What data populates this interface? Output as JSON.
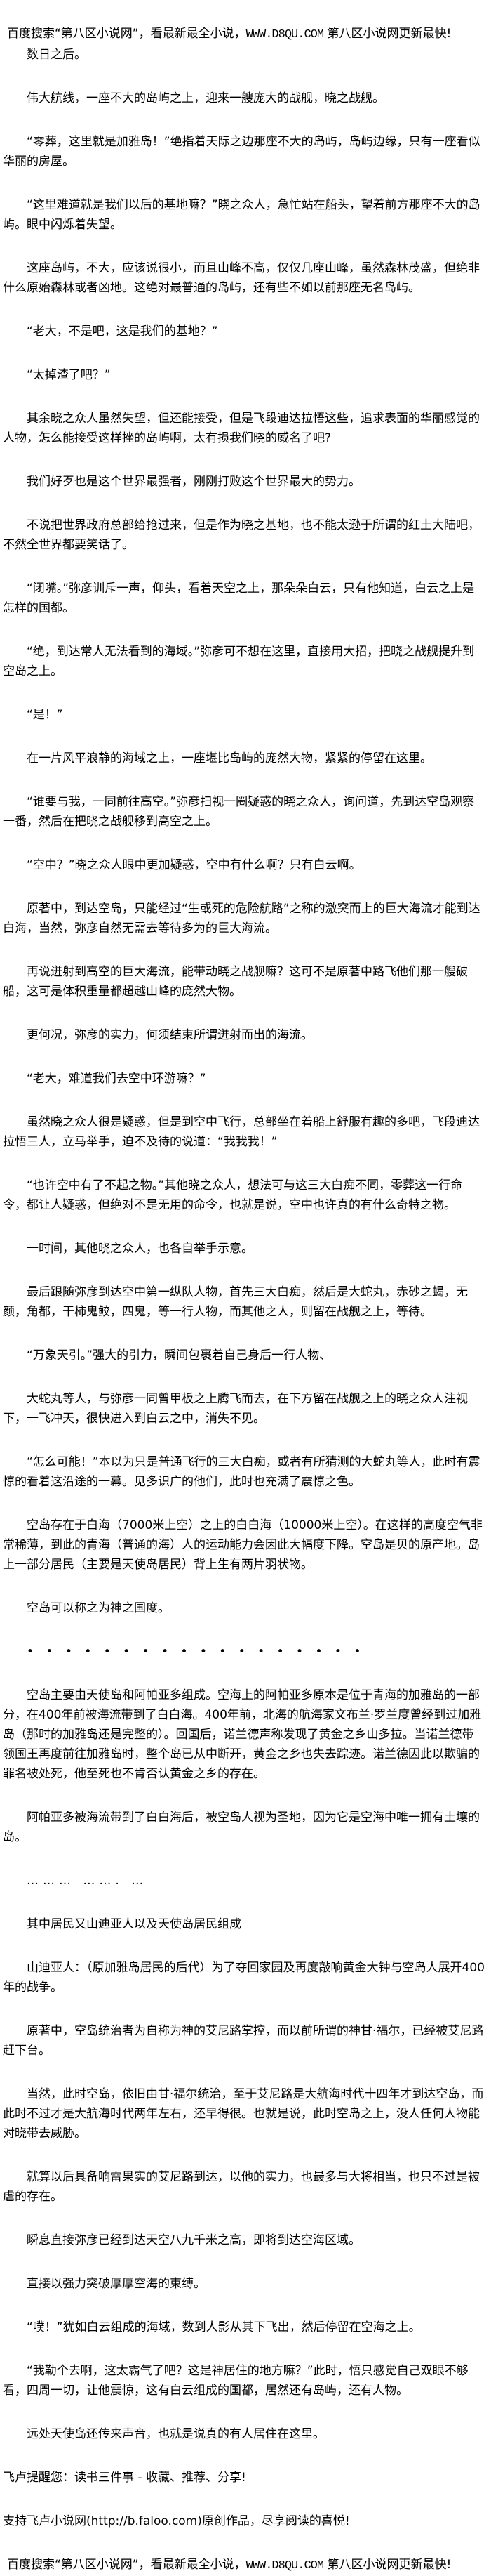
{
  "header_banner": {
    "text": "百度搜索“第八区小说网”，看最新最全小说，",
    "url": "WWW.D8QU.COM",
    "tail": "  第八区小说网更新最快!"
  },
  "paragraphs": [
    "数日之后。",
    "伟大航线，一座不大的岛屿之上，迎来一艘庞大的战舰，晓之战舰。",
    "“零葬，这里就是加雅岛！”绝指着天际之边那座不大的岛屿，岛屿边缘，只有一座看似华丽的房屋。",
    "“这里难道就是我们以后的基地嘛？”晓之众人，急忙站在船头，望着前方那座不大的岛屿。眼中闪烁着失望。",
    "这座岛屿，不大，应该说很小，而且山峰不高，仅仅几座山峰，虽然森林茂盛，但绝非什么原始森林或者凶地。这绝对最普通的岛屿，还有些不如以前那座无名岛屿。",
    "“老大，不是吧，这是我们的基地？”",
    "“太掉渣了吧？”",
    "其余晓之众人虽然失望，但还能接受，但是飞段迪达拉悟这些，追求表面的华丽感觉的人物，怎么能接受这样挫的岛屿啊，太有损我们晓的威名了吧?",
    "我们好歹也是这个世界最强者，刚刚打败这个世界最大的势力。",
    "不说把世界政府总部给抢过来，但是作为晓之基地，也不能太逊于所谓的红土大陆吧，不然全世界都要笑话了。",
    "“闭嘴。”弥彦训斥一声，仰头，看着天空之上，那朵朵白云，只有他知道，白云之上是怎样的国都。",
    "“绝，到达常人无法看到的海域。”弥彦可不想在这里，直接用大招，把晓之战舰提升到空岛之上。",
    "“是！”",
    "在一片风平浪静的海域之上，一座堪比岛屿的庞然大物，紧紧的停留在这里。",
    "“谁要与我，一同前往高空。”弥彦扫视一圈疑惑的晓之众人，询问道，先到达空岛观察一番，然后在把晓之战舰移到高空之上。",
    "“空中？”晓之众人眼中更加疑惑，空中有什么啊？只有白云啊。",
    "原著中，到达空岛，只能经过“生或死的危险航路”之称的激突而上的巨大海流才能到达白海，当然，弥彦自然无需去等待多为的巨大海流。",
    "再说迸射到高空的巨大海流，能带动晓之战舰嘛？这可不是原著中路飞他们那一艘破船，这可是体积重量都超越山峰的庞然大物。",
    "更何况，弥彦的实力，何须结束所谓迸射而出的海流。",
    "“老大，难道我们去空中环游嘛？”",
    "虽然晓之众人很是疑惑，但是到空中飞行，总部坐在着船上舒服有趣的多吧，飞段迪达拉悟三人，立马举手，迫不及待的说道：“我我我！”",
    "“也许空中有了不起之物。”其他晓之众人，想法可与这三大白痴不同，零葬这一行命令，都让人疑惑，但绝对不是无用的命令，也就是说，空中也许真的有什么奇特之物。",
    "一时间，其他晓之众人，也各自举手示意。",
    "最后跟随弥彦到达空中第一纵队人物，首先三大白痴，然后是大蛇丸，赤砂之蝎，无颜，角都，干柿鬼鲛，四鬼，等一行人物，而其他之人，则留在战舰之上，等待。",
    "“万象天引。”强大的引力，瞬间包裹着自己身后一行人物、",
    "大蛇丸等人，与弥彦一同曾甲板之上腾飞而去，在下方留在战舰之上的晓之众人注视下，一飞冲天，很快进入到白云之中，消失不见。",
    "“怎么可能！”本以为只是普通飞行的三大白痴，或者有所猜测的大蛇丸等人，此时有震惊的看着这沿途的一幕。见多识广的他们，此时也充满了震惊之色。",
    "空岛存在于白海（7000米上空）之上的白白海（10000米上空）。在这样的高度空气非常稀薄，到此的青海（普通的海）人的运动能力会因此大幅度下降。空岛是贝的原产地。岛上一部分居民（主要是天使岛居民）背上生有两片羽状物。",
    "空岛可以称之为神之国度。",
    "• •  • • • • • •  • • • • • • • • • •",
    "空岛主要由天使岛和阿帕亚多组成。空海上的阿帕亚多原本是位于青海的加雅岛的一部分，在400年前被海流带到了白白海。400年前，北海的航海家文布兰·罗兰度曾经到过加雅岛（那时的加雅岛还是完整的）。回国后，诺兰德声称发现了黄金之乡山多拉。当诺兰德带领国王再度前往加雅岛时，整个岛已从中断开，黄金之乡也失去踪迹。诺兰德因此以欺骗的罪名被处死，他至死也不肯否认黄金之乡的存在。",
    "阿帕亚多被海流带到了白白海后，被空岛人视为圣地，因为它是空海中唯一拥有土壤的岛。",
    "……… ……. …",
    "其中居民又山迪亚人以及天使岛居民组成",
    "山迪亚人：（原加雅岛居民的后代）为了夺回家园及再度敲响黄金大钟与空岛人展开400年的战争。",
    "原著中，空岛统治者为自称为神的艾尼路掌控，而以前所谓的神甘·福尔，已经被艾尼路赶下台。",
    "当然，此时空岛，依旧由甘·福尔统治，至于艾尼路是大航海时代十四年才到达空岛，而此时不过才是大航海时代两年左右，还早得很。也就是说，此时空岛之上，没人任何人物能对晓带去威胁。",
    "就算以后具备响雷果实的艾尼路到达，以他的实力，也最多与大将相当，也只不过是被虐的存在。",
    "瞬息直接弥彦已经到达天空八九千米之高，即将到达空海区域。",
    "直接以强力突破厚厚空海的束缚。",
    "“噗！”犹如白云组成的海域，数到人影从其下飞出，然后停留在空海之上。",
    "“我勒个去啊，这太霸气了吧？这是神居住的地方嘛？”此时，悟只感觉自己双眼不够看，四周一切，让他震惊，这有白云组成的国都，居然还有岛屿，还有人物。",
    "远处天使岛还传来声音，也就是说真的有人居住在这里。"
  ],
  "footer": {
    "reminder": "飞卢提醒您：读书三件事 - 收藏、推荐、分享!",
    "support": "支持飞卢小说网(http://b.faloo.com)原创作品，尽享阅读的喜悦!",
    "banner_text": "百度搜索“第八区小说网”，看最新最全小说，",
    "banner_url": "WWW.D8QU.COM",
    "banner_tail": "  第八区小说网更新最快!"
  }
}
